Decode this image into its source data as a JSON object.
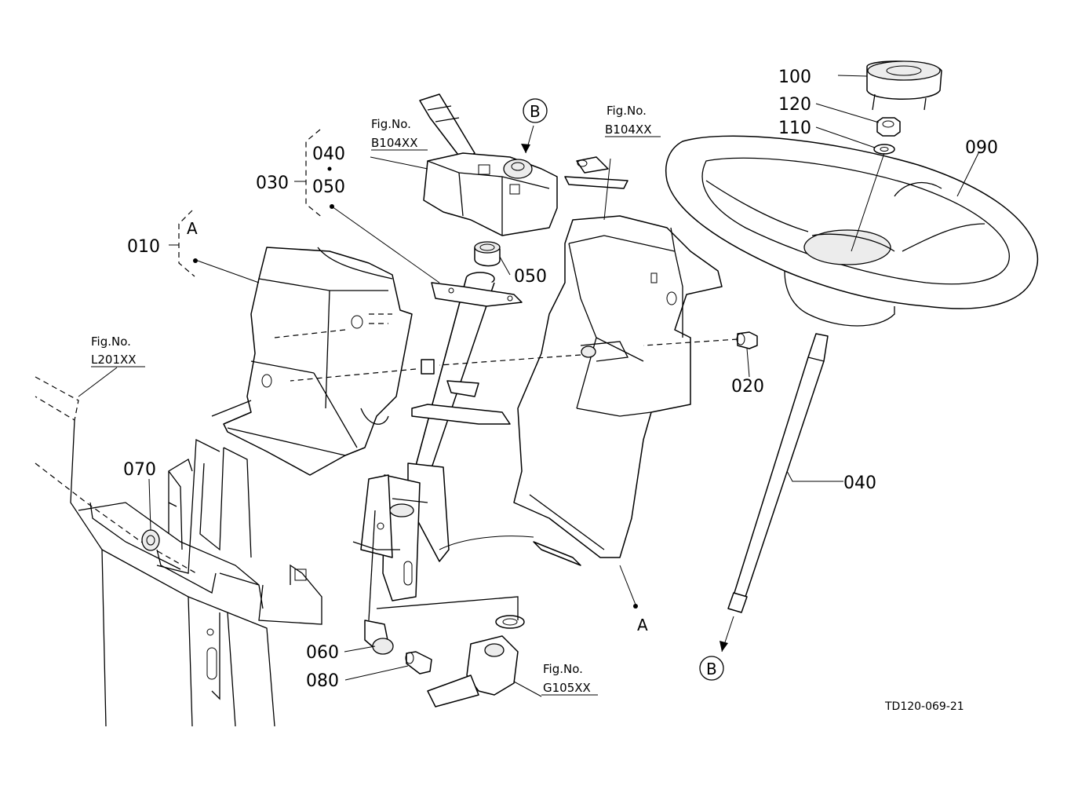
{
  "drawing_code": "TD120-069-21",
  "part_numbers": {
    "p010": "010",
    "p020": "020",
    "p030": "030",
    "p040a": "040",
    "p040b": "040",
    "p050a": "050",
    "p050b": "050",
    "p060": "060",
    "p070": "070",
    "p080": "080",
    "p090": "090",
    "p100": "100",
    "p110": "110",
    "p120": "120"
  },
  "group_markers": {
    "a_group": "A",
    "a_point": "A",
    "b_top": "B",
    "b_bottom": "B"
  },
  "figure_refs": {
    "ref1": {
      "prefix": "Fig.No.",
      "code": "B104XX"
    },
    "ref2": {
      "prefix": "Fig.No.",
      "code": "B104XX"
    },
    "ref3": {
      "prefix": "Fig.No.",
      "code": "L201XX"
    },
    "ref4": {
      "prefix": "Fig.No.",
      "code": "G105XX"
    }
  }
}
